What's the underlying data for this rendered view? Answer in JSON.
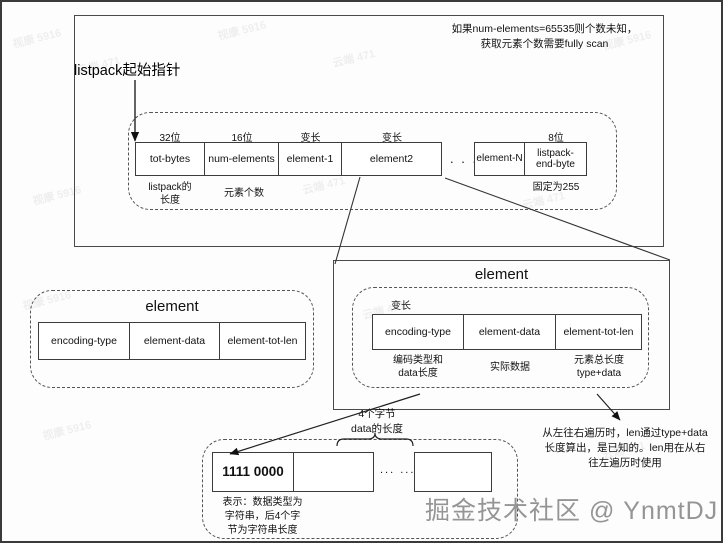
{
  "diagram": {
    "pointer_label": "listpack起始指针",
    "top_note": "如果num-elements=65535则个数未知，\n获取元素个数需要fully scan",
    "listpack": {
      "bit_labels": [
        "32位",
        "16位",
        "变长",
        "变长",
        "8位"
      ],
      "cells": [
        "tot-bytes",
        "num-elements",
        "element-1",
        "element2",
        "element-N",
        "listpack-\nend-byte"
      ],
      "ellipsis": ". . .",
      "captions": {
        "tot_bytes": "listpack的\n长度",
        "num_elements": "元素个数",
        "end_byte": "固定为255"
      }
    },
    "element_left": {
      "title": "element",
      "cells": [
        "encoding-type",
        "element-data",
        "element-tot-len"
      ]
    },
    "element_right": {
      "title": "element",
      "bit_label": "变长",
      "cells": [
        "encoding-type",
        "element-data",
        "element-tot-len"
      ],
      "captions": [
        "编码类型和\ndata长度",
        "实际数据",
        "元素总长度\ntype+data"
      ]
    },
    "byte_detail": {
      "brace_label": "4个字节\ndata的长度",
      "first_byte": "1111 0000",
      "ellipsis": "... ....",
      "caption": "表示：数据类型为\n字符串，后4个字\n节为字符串长度"
    },
    "right_note": "从左往右遍历时，len通过type+data\n长度算出，是已知的。len用在从右\n往左遍历时使用",
    "watermark": "掘金技术社区 @ YnmtDJ",
    "faint_watermarks": [
      "视康 5916",
      "云端 471",
      "视康 5916",
      "云端 471",
      "视康 5916",
      "云端 471",
      "视康 5916",
      "云端 471",
      "视康 5916",
      "云端 471",
      "视康 5916",
      "云端 471"
    ]
  },
  "colors": {
    "frame": "#4a4a4a",
    "dashed": "#555555",
    "cell_border": "#3c3c3c",
    "text": "#111111",
    "watermark": "#8d8d8d",
    "background": "#fdfdfd"
  }
}
